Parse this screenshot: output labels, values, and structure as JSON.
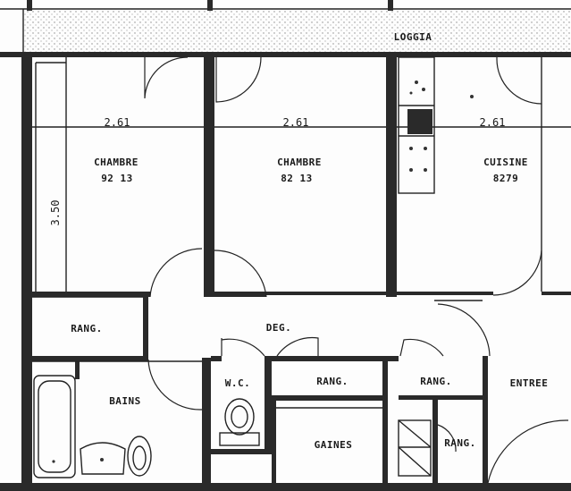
{
  "plan": {
    "loggia": "LOGGIA",
    "rooms": {
      "chambre_left": {
        "name": "CHAMBRE",
        "area": "92 13"
      },
      "chambre_mid": {
        "name": "CHAMBRE",
        "area": "82 13"
      },
      "cuisine": {
        "name": "CUISINE",
        "area": "8279"
      },
      "rang_left": "RANG.",
      "deg": "DEG.",
      "bains": "BAINS",
      "wc": "W.C.",
      "rang_mid": "RANG.",
      "rang_right": "RANG.",
      "entree": "ENTREE",
      "gaines": "GAINES",
      "rang_small": "RANG."
    },
    "dimensions": {
      "width_left": "2.61",
      "width_mid": "2.61",
      "width_right": "2.61",
      "depth_left": "3.50"
    }
  }
}
